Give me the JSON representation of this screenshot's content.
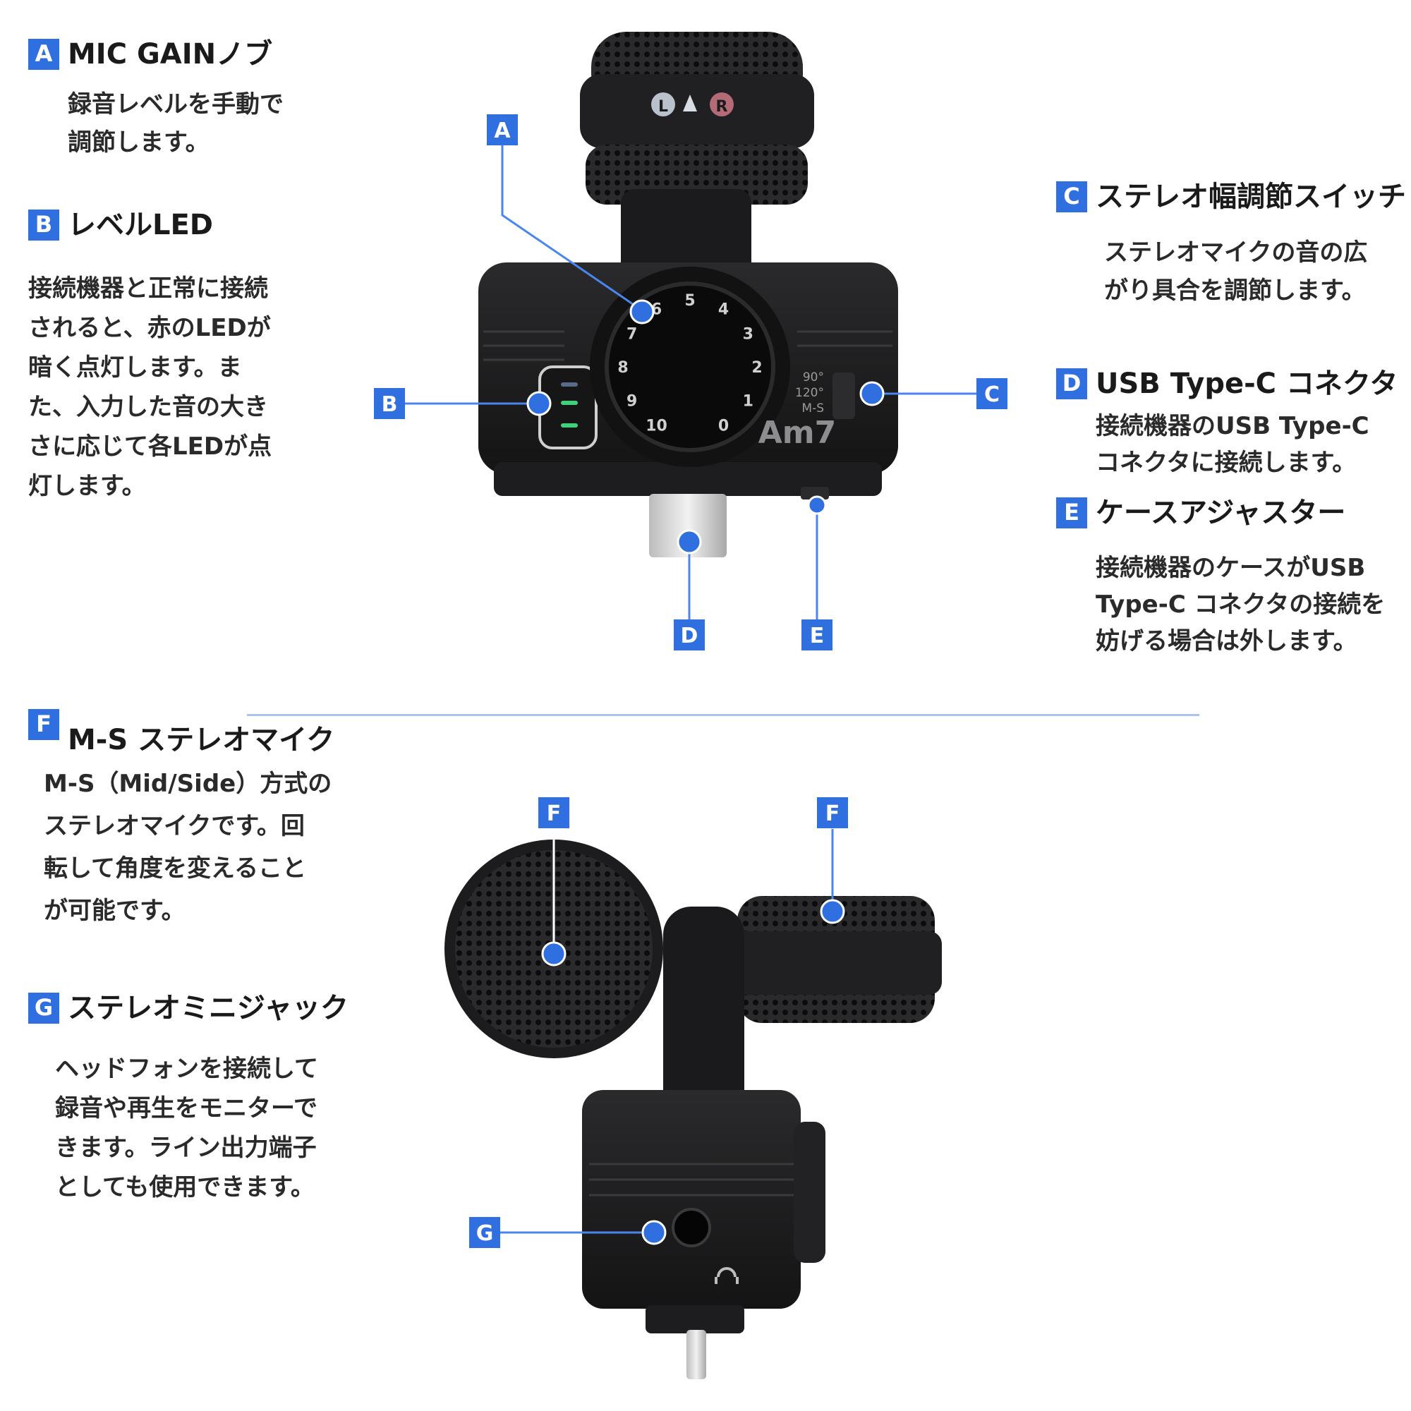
{
  "features": {
    "A": {
      "letter": "A",
      "title": "MIC GAINノブ",
      "desc": [
        "録音レベルを手動で",
        "調節します。"
      ]
    },
    "B": {
      "letter": "B",
      "title": "レベルLED",
      "desc": [
        "接続機器と正常に接続",
        "されると、赤のLEDが",
        "暗く点灯します。ま",
        "た、入力した音の大き",
        "さに応じて各LEDが点",
        "灯します。"
      ]
    },
    "C": {
      "letter": "C",
      "title": "ステレオ幅調節スイッチ",
      "desc": [
        "ステレオマイクの音の広",
        "がり具合を調節します。"
      ]
    },
    "D": {
      "letter": "D",
      "title": "USB Type-C コネクタ",
      "desc": [
        "接続機器のUSB Type-C",
        "コネクタに接続します。"
      ]
    },
    "E": {
      "letter": "E",
      "title": "ケースアジャスター",
      "desc": [
        "接続機器のケースがUSB",
        "Type-C コネクタの接続を",
        "妨げる場合は外します。"
      ]
    },
    "F": {
      "letter": "F",
      "title": "M-S ステレオマイク",
      "desc": [
        "M-S（Mid/Side）方式の",
        "ステレオマイクです。回",
        "転して角度を変えること",
        "が可能です。"
      ]
    },
    "G": {
      "letter": "G",
      "title": "ステレオミニジャック",
      "desc": [
        "ヘッドフォンを接続して",
        "録音や再生をモニターで",
        "きます。ライン出力端子",
        "としても使用できます。"
      ]
    }
  },
  "device": {
    "model": "Am7",
    "channel_left": "L",
    "channel_right": "R",
    "switch_positions": [
      "90°",
      "120°",
      "M-S"
    ],
    "dial_marks": [
      "0",
      "1",
      "2",
      "3",
      "4",
      "5",
      "6",
      "7",
      "8",
      "9",
      "10"
    ]
  },
  "colors": {
    "accent": "#2f6fe0",
    "callout_line": "#4a86f0",
    "body": "#1c1c1e"
  }
}
